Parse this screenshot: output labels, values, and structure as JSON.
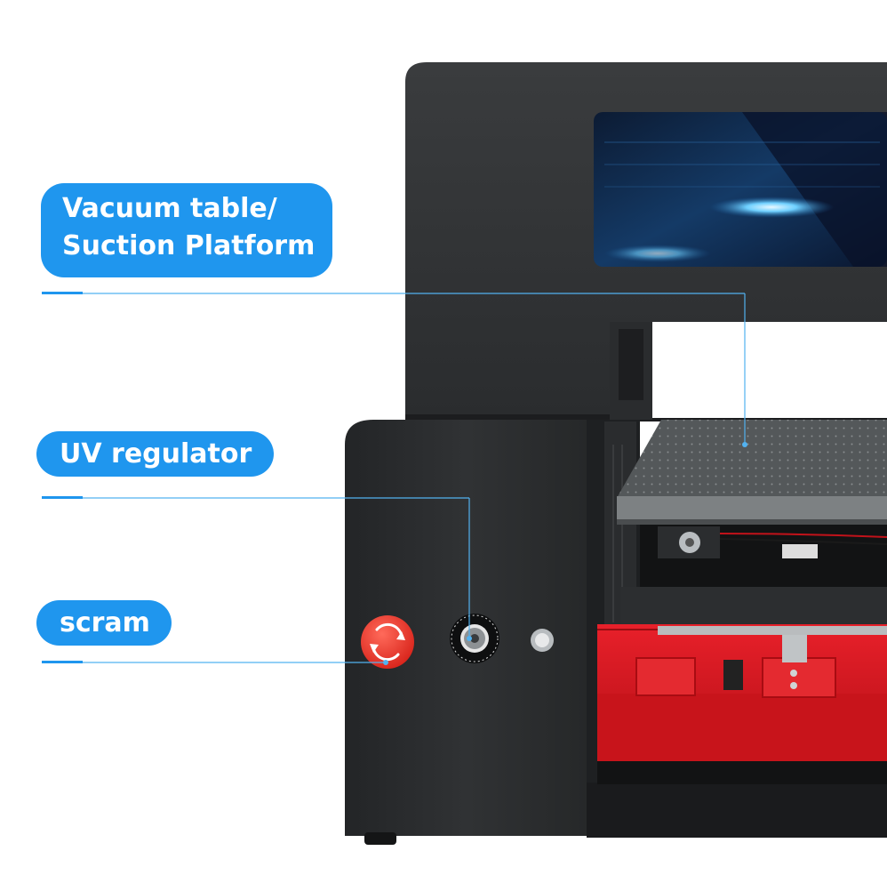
{
  "labels": {
    "vacuum_line1": "Vacuum table/",
    "vacuum_line2": "Suction Platform",
    "uv": "UV regulator",
    "scram": "scram"
  },
  "colors": {
    "label_bg": "#1f96ee",
    "leader_line": "#52b2f0",
    "machine_body": "#2f3133",
    "machine_red": "#d9141c",
    "platform": "#5d6163"
  }
}
